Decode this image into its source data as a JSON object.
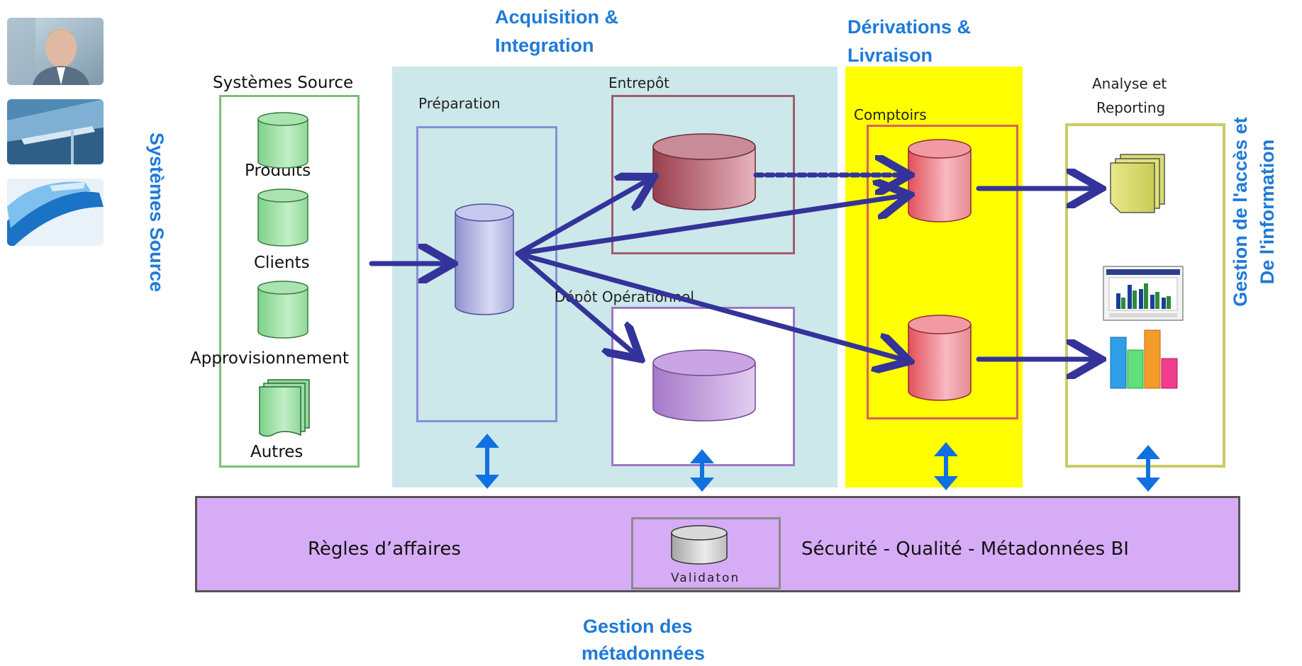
{
  "headers": {
    "acquisition_line1": "Acquisition &",
    "acquisition_line2": "Integration",
    "derivations_line1": "Dérivations &",
    "derivations_line2": "Livraison",
    "metadata_line1": "Gestion des",
    "metadata_line2": "métadonnées"
  },
  "vertical_titles": {
    "left": "Systèmes Source",
    "right_line1": "Gestion de l'accès et",
    "right_line2": "De l'information"
  },
  "boxes": {
    "source_title": "Systèmes Source",
    "preparation": "Préparation",
    "entrepot": "Entrepôt",
    "depot": "Dépôt Opérationnel",
    "comptoirs": "Comptoirs",
    "analyse_line1": "Analyse et",
    "analyse_line2": "Reporting"
  },
  "sources": [
    "Produits",
    "Clients",
    "Approvisionnement",
    "Autres"
  ],
  "bottom_bar": {
    "left": "Règles d’affaires",
    "validation": "Validaton",
    "right": "Sécurité - Qualité  -  Métadonnées BI"
  },
  "colors": {
    "title_blue": "#1f7ad8",
    "arrow_navy": "#33339a",
    "arrow_blue": "#1170e0",
    "bar_fill": "#d7acf7",
    "integration_bg": "#cce8ea",
    "delivery_bg": "#ffff00"
  }
}
